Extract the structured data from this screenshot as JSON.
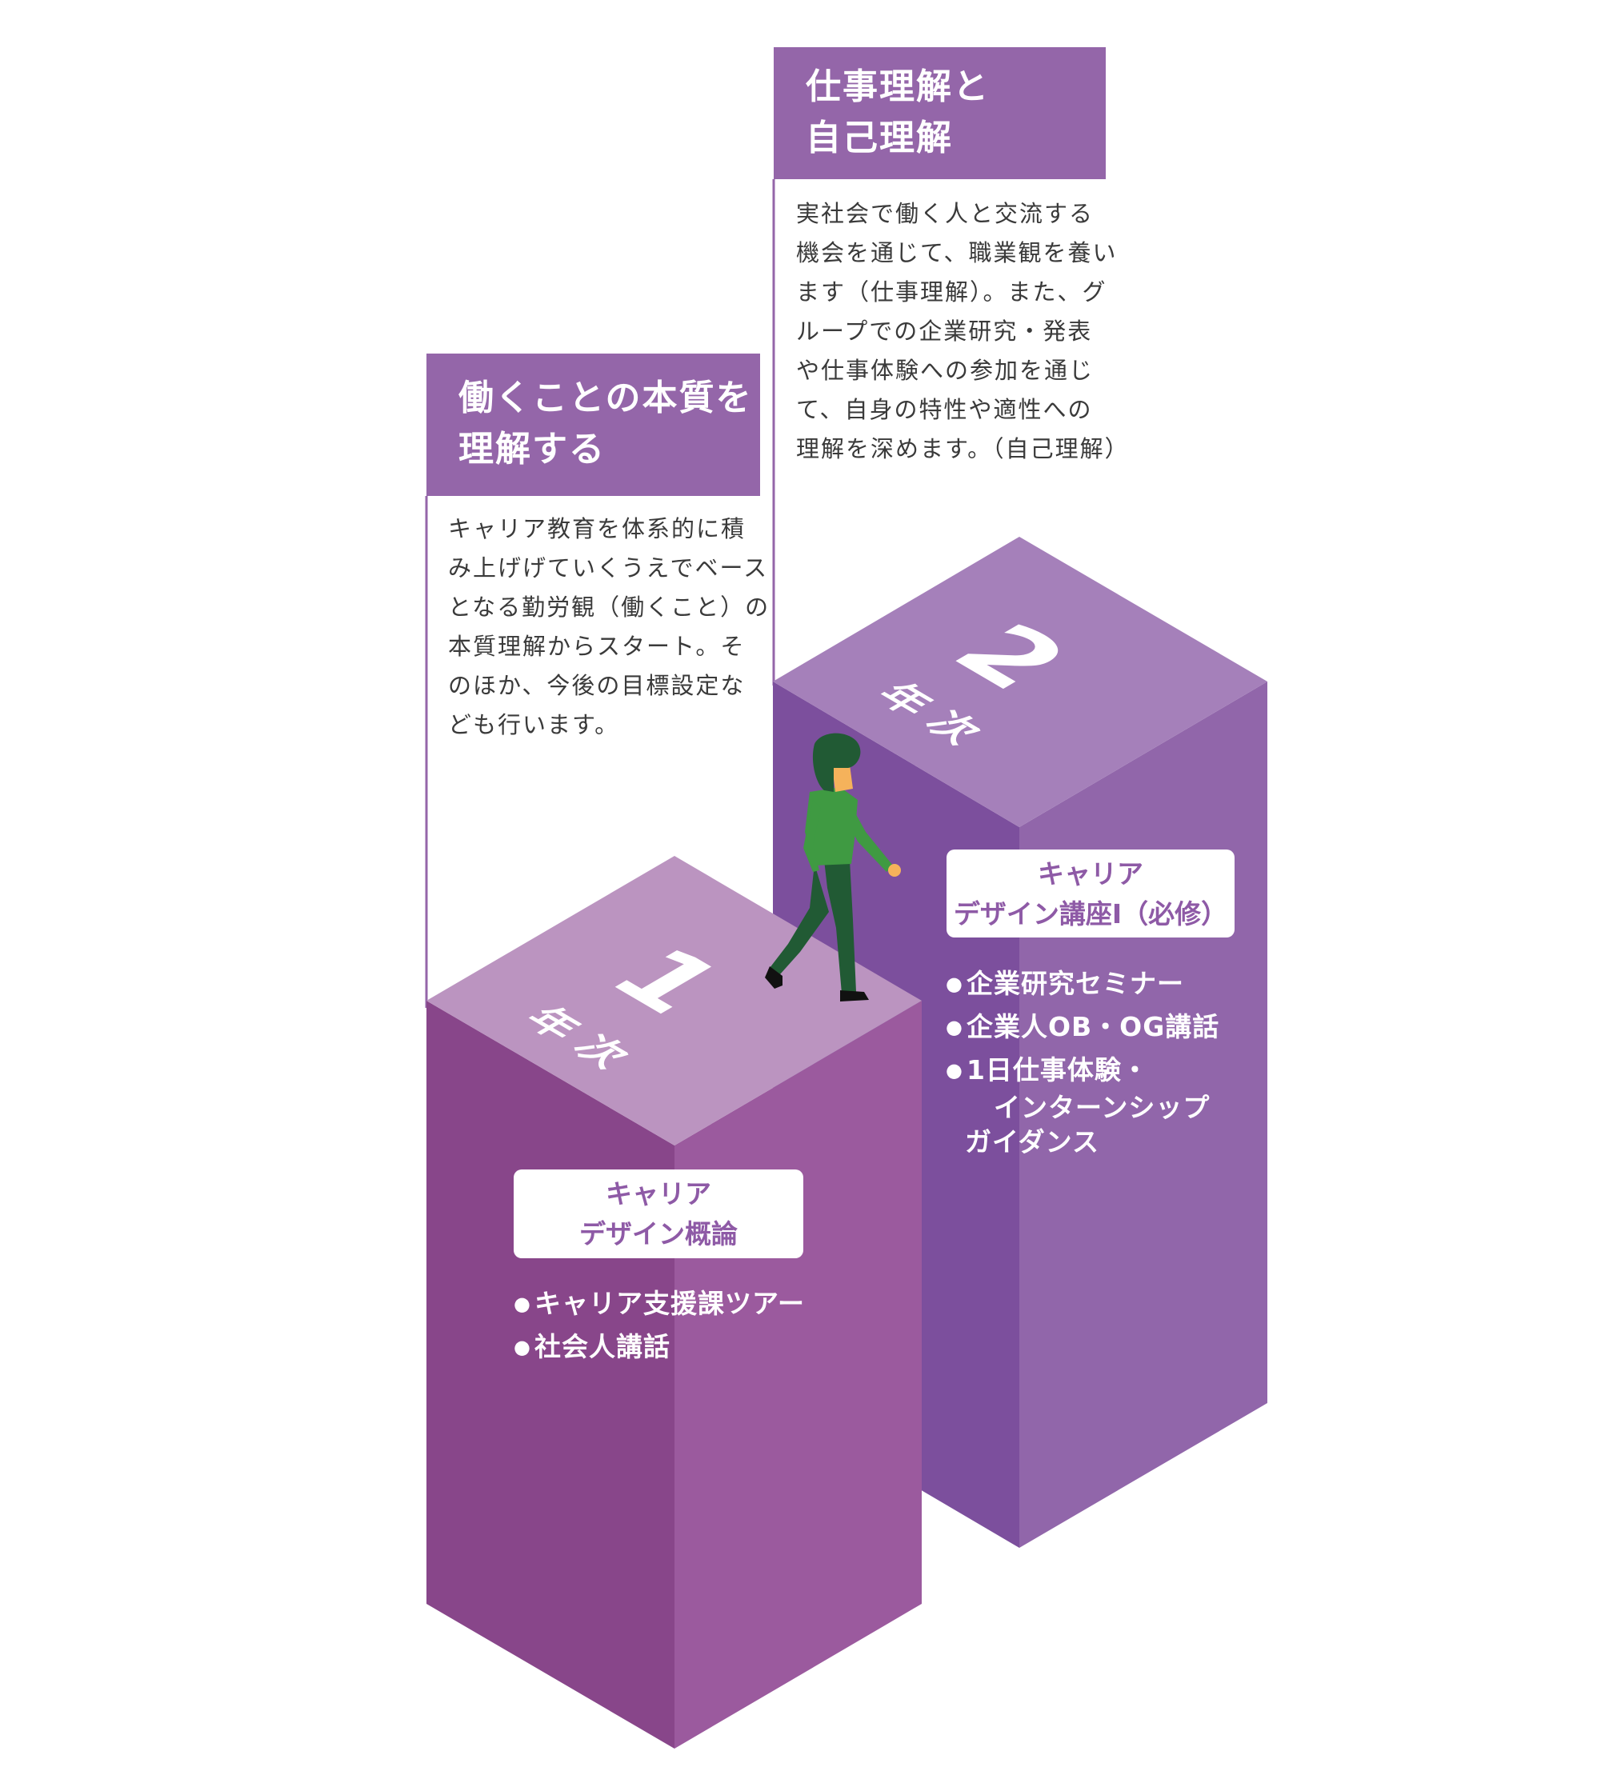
{
  "colors": {
    "header": "#9466a9",
    "step1_top": "#bb94c0",
    "step1_left": "#88468a",
    "step1_right": "#9b5a9e",
    "step2_top": "#a580ba",
    "step2_left": "#7c4f9d",
    "step2_right": "#9166aa",
    "accent_text": "#8e5aa6",
    "figure_green": "#3f9a42",
    "figure_dark": "#215a34",
    "skin": "#f5b25b"
  },
  "step1": {
    "number": "1",
    "label": "年次",
    "heading_lines": [
      "働くことの本質を",
      "理解する"
    ],
    "description_lines": [
      "キャリア教育を体系的に積",
      "み上げげていくうえでベース",
      "となる勤労観（働くこと）の",
      "本質理解からスタート。そ",
      "のほか、今後の目標設定な",
      "ども行います。"
    ],
    "course_lines": [
      "キャリア",
      "デザイン概論"
    ],
    "items": [
      "キャリア支援課ツアー",
      "社会人講話"
    ]
  },
  "step2": {
    "number": "2",
    "label": "年次",
    "heading_lines": [
      "仕事理解と",
      "自己理解"
    ],
    "description_lines": [
      "実社会で働く人と交流する",
      "機会を通じて、職業観を養い",
      "ます（仕事理解）。また、グ",
      "ループでの企業研究・発表",
      "や仕事体験への参加を通じ",
      "て、自身の特性や適性への",
      "理解を深めます。（自己理解）"
    ],
    "course_lines": [
      "キャリア",
      "デザイン講座Ⅰ（必修）"
    ],
    "items": [
      "企業研究セミナー",
      "企業人OB・OG講話",
      "1日仕事体験・"
    ],
    "item_continuation": [
      "インターンシップ",
      "ガイダンス"
    ]
  }
}
